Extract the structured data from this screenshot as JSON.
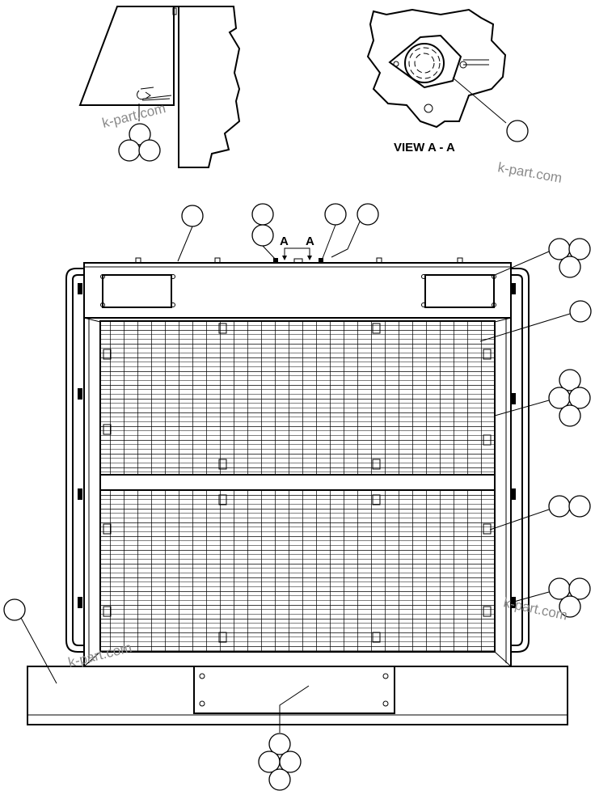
{
  "labels": {
    "view_title": "VIEW A - A",
    "section_left": "A",
    "section_right": "A"
  },
  "watermark": "k-part.com"
}
